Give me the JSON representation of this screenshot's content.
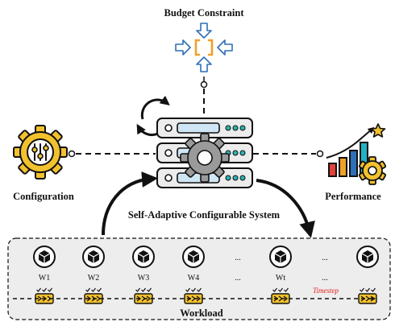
{
  "labels": {
    "budget": "Budget Constraint",
    "configuration": "Configuration",
    "performance": "Performance",
    "system": "Self-Adaptive Configurable System",
    "workload": "Workload",
    "timestep": "Timestep"
  },
  "workloads": [
    {
      "label": "W1"
    },
    {
      "label": "W2"
    },
    {
      "label": "W3"
    },
    {
      "label": "W4"
    },
    {
      "label": "..."
    },
    {
      "label": "Wt"
    },
    {
      "label": "..."
    },
    {
      "label": ""
    }
  ],
  "colors": {
    "accent_blue": "#2e6fb8",
    "accent_orange": "#f0a12a",
    "gear_yellow": "#f2c12e",
    "server_gray": "#e8e8e8",
    "workload_bg": "#ededed",
    "timestep_red": "#e0201c",
    "bar_colors": [
      "#e0423a",
      "#f0a12a",
      "#2e6fb8",
      "#21b3c4"
    ]
  },
  "icons": [
    "arrows-in-icon",
    "bracket-icon",
    "gear-slider-icon",
    "server-stack-icon",
    "cycle-arrow-icon",
    "bar-chart-icon",
    "star-icon",
    "cube-icon",
    "tape-icon"
  ]
}
